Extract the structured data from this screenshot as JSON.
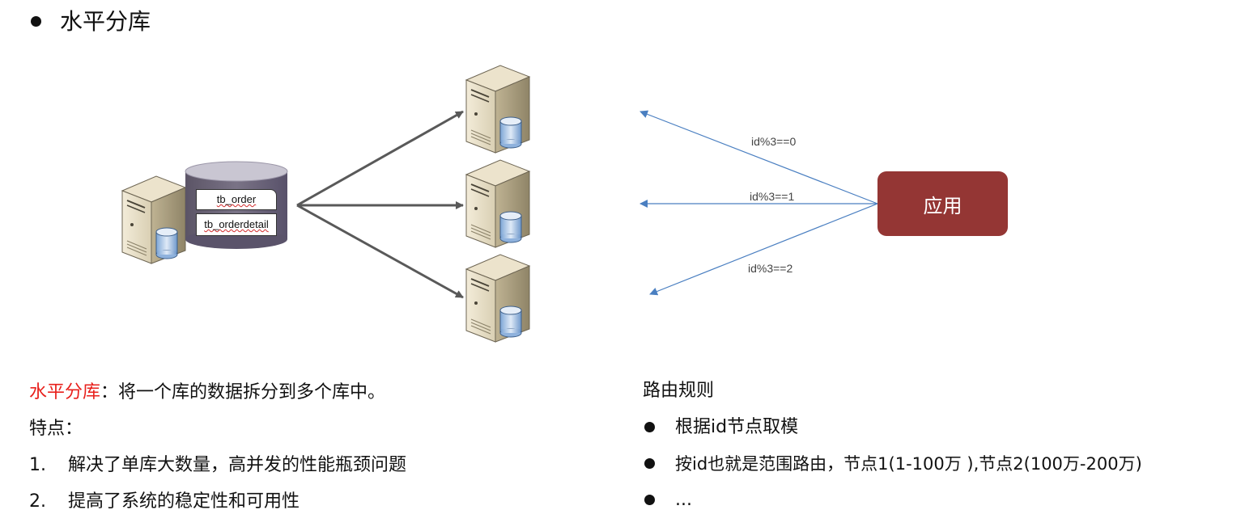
{
  "heading": "水平分库",
  "diagram": {
    "tables": [
      "tb_order",
      "tb_orderdetail"
    ],
    "app_label": "应用",
    "routes": [
      "id%3==0",
      "id%3==1",
      "id%3==2"
    ],
    "colors": {
      "app_fill": "#943634",
      "route_arrow": "#4a7fc1",
      "split_arrow": "#595959",
      "db_cylinder": "#6b6478"
    }
  },
  "definition": {
    "term": "水平分库",
    "separator": "：",
    "text": "将一个库的数据拆分到多个库中。"
  },
  "features": {
    "title": "特点：",
    "items": [
      {
        "num": "1.",
        "text": "解决了单库大数量，高并发的性能瓶颈问题"
      },
      {
        "num": "2.",
        "text": "提高了系统的稳定性和可用性"
      }
    ]
  },
  "routing": {
    "title": "路由规则",
    "items": [
      "根据id节点取模",
      "按id也就是范围路由，节点1(1-100万 ),节点2(100万-200万)",
      "..."
    ]
  }
}
